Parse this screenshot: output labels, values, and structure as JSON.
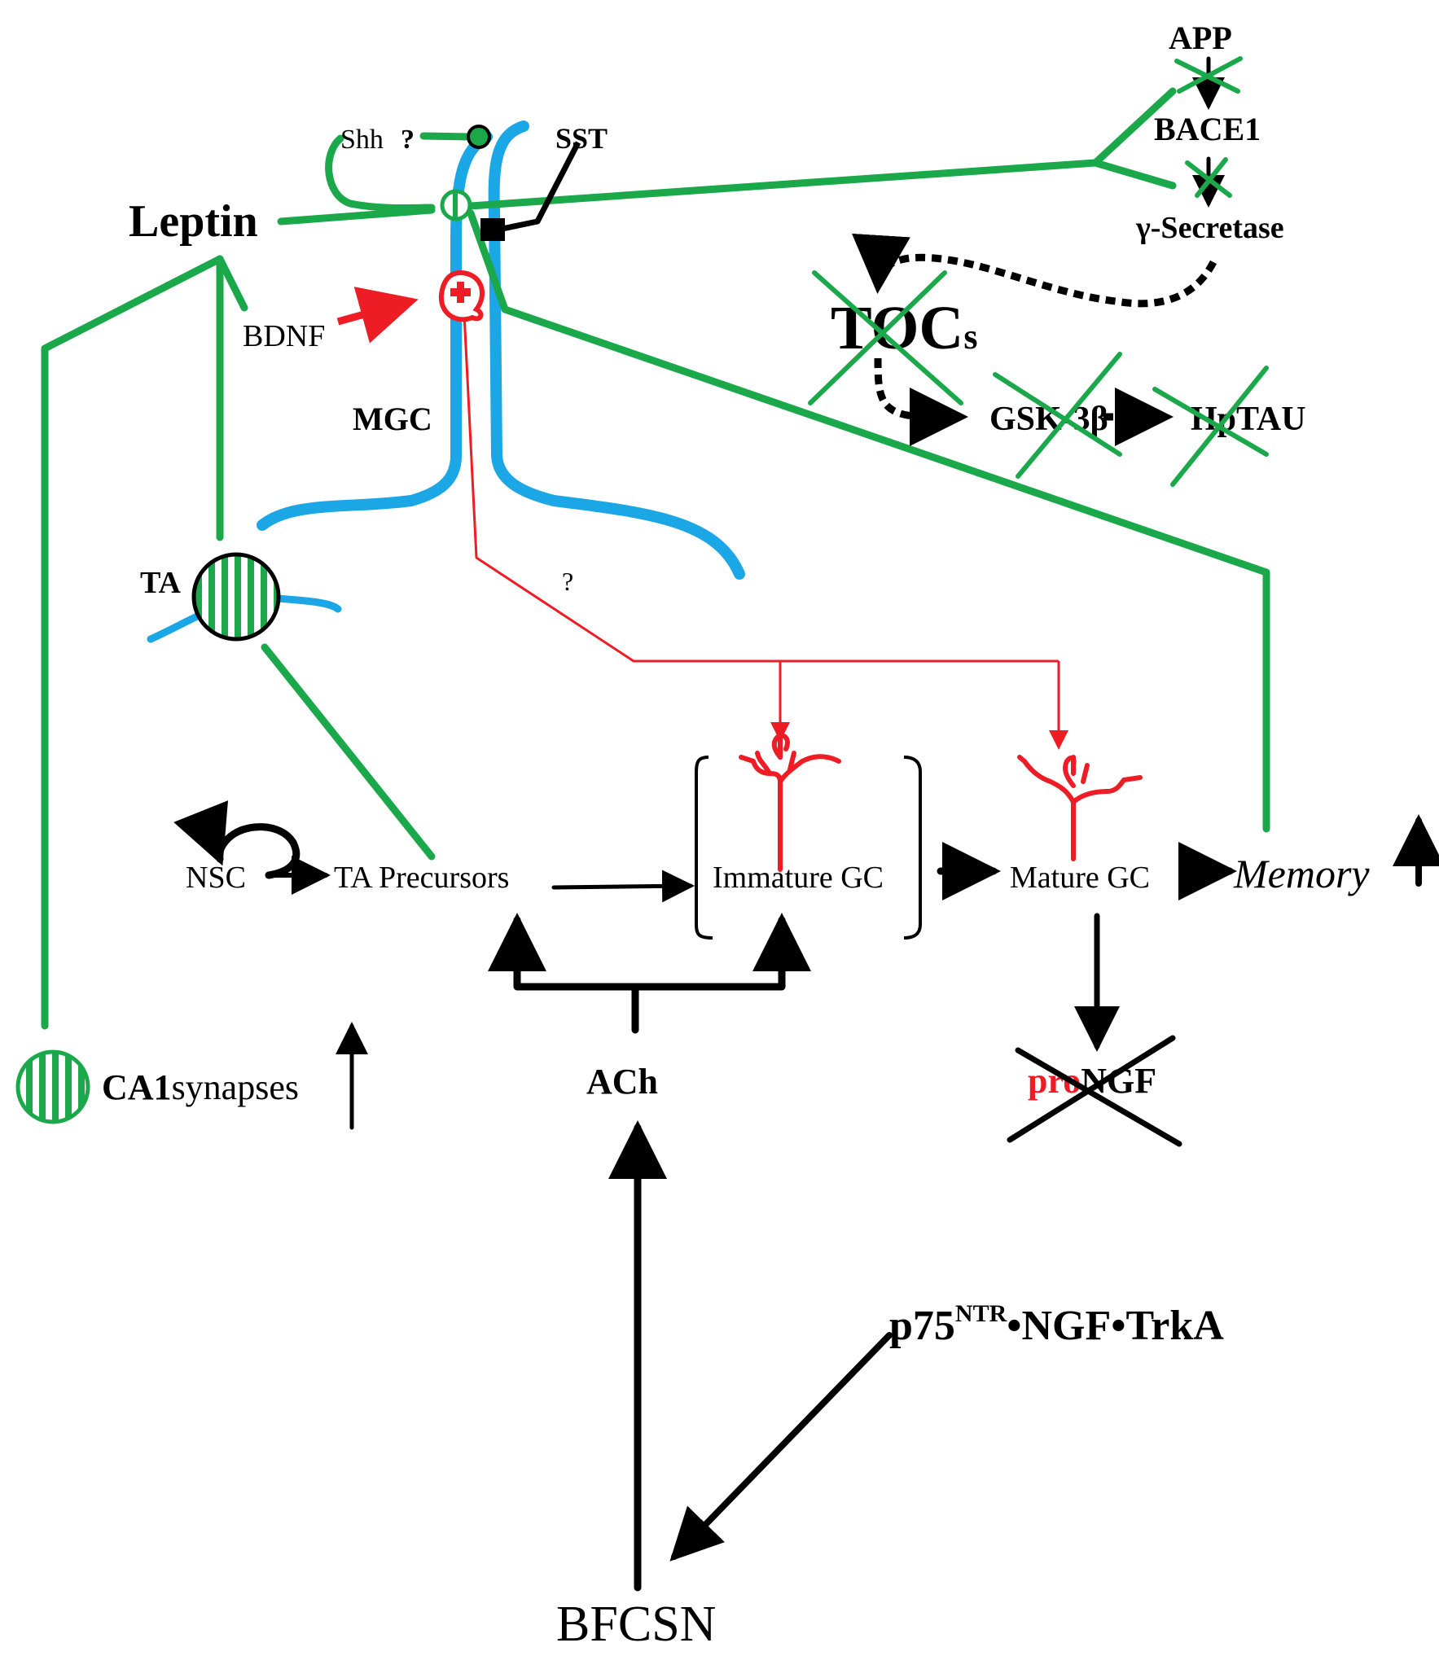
{
  "colors": {
    "green": "#1aa84a",
    "blue": "#1ba7e6",
    "red": "#ee1c24",
    "black": "#000000"
  },
  "labels": {
    "leptin": "Leptin",
    "shh": "Shh",
    "shh_q": "?",
    "sst": "SST",
    "bdnf": "BDNF",
    "mgc": "MGC",
    "app": "APP",
    "bace1": "BACE1",
    "gsec": "γ-Secretase",
    "tocs_main": "TOC",
    "tocs_sub": "s",
    "gsk": "GSK-3β",
    "hptau": "HpTAU",
    "ta": "TA",
    "qmark": "?",
    "nsc": "NSC",
    "ta_precursors": "TA Precursors",
    "immature_gc": "Immature GC",
    "mature_gc": "Mature GC",
    "memory": "Memory",
    "ca1": "CA1",
    "synapses": "synapses",
    "ach": "ACh",
    "pro": "pro",
    "ngf": "NGF",
    "p75": "p75",
    "ntr": "NTR",
    "ngf_trka": "•NGF•TrkA",
    "bfcsn": "BFCSN"
  }
}
